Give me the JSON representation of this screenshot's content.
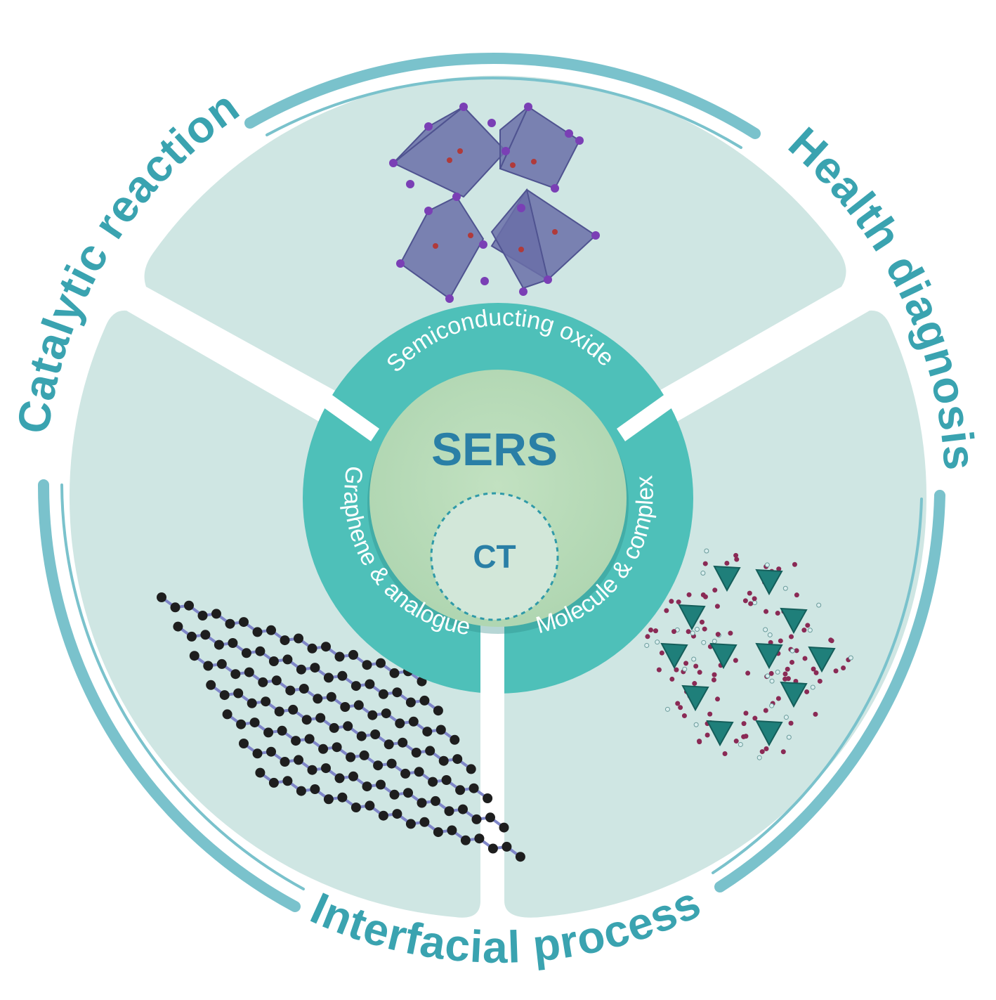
{
  "center": {
    "title": "SERS",
    "inner": "CT"
  },
  "ring_labels": {
    "top": "Semiconducting oxide",
    "left": "Graphene & analogue",
    "right": "Molecule & complex"
  },
  "outer_labels": {
    "left": "Catalytic reaction",
    "right": "Health diagnosis",
    "bottom": "Interfacial process"
  },
  "colors": {
    "sector_fill": "#cfe6e3",
    "ring": "#4ec0b9",
    "core": "#b7dab7",
    "ct_fill": "#d2e7d9",
    "accent_text": "#2a7fa6",
    "outer_text": "#3aa3b0",
    "arc": "#7ac2cc"
  }
}
